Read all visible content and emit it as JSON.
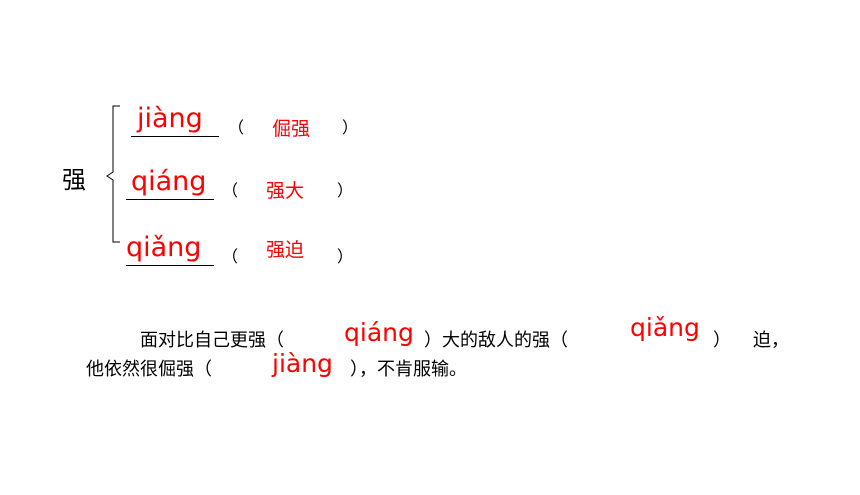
{
  "character": "强",
  "entries": [
    {
      "pinyin": "jiàng",
      "open": "（",
      "word": "倔强",
      "close": "）"
    },
    {
      "pinyin": "qiáng",
      "open": "（",
      "word": "强大",
      "close": "）"
    },
    {
      "pinyin": "qiǎng",
      "open": "（",
      "word": "强迫",
      "close": "）"
    }
  ],
  "sentence": {
    "line1_part1": "面对比自己更强（",
    "pinyin1": "qiáng",
    "line1_part2": "）大的敌人的强（",
    "pinyin2": "qiǎng",
    "line1_part3": "）",
    "line1_part4": "迫，",
    "line2_part1": "他依然很倔强（",
    "pinyin3": "jiàng",
    "line2_part2": "），不肯服输。"
  },
  "colors": {
    "answer": "#ff0000",
    "text": "#000000"
  }
}
